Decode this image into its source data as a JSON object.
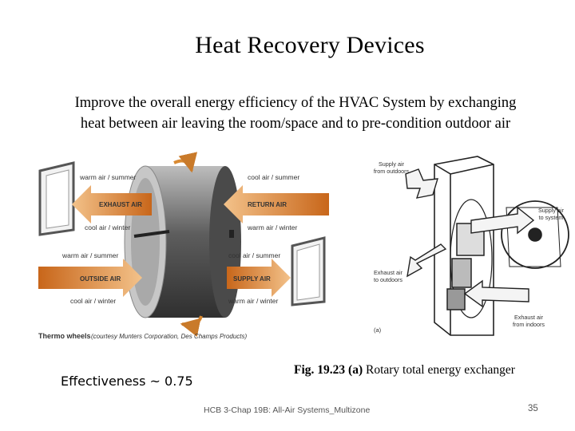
{
  "slide": {
    "title": "Heat Recovery Devices",
    "intro_line1": "Improve the overall energy efficiency of the HVAC System by exchanging",
    "intro_line2": "heat between air leaving the room/space and to pre-condition outdoor air",
    "effectiveness": "Effectiveness ~ 0.75",
    "caption_label": "Fig. 19.23",
    "caption_sub": "(a)",
    "caption_text": "Rotary total energy exchanger",
    "footer": "HCB 3-Chap 19B: All-Air Systems_Multizone",
    "page_number": "35"
  },
  "thermo_figure": {
    "warm_summer_1": "warm air / summer",
    "exhaust_air": "EXHAUST AIR",
    "cool_winter_1": "cool air / winter",
    "cool_summer_1": "cool air / summer",
    "return_air": "RETURN AIR",
    "warm_winter_1": "warm air / winter",
    "warm_summer_2": "warm air / summer",
    "outside_air": "OUTSIDE AIR",
    "cool_winter_2": "cool air / winter",
    "cool_summer_2": "cool air / summer",
    "supply_air": "SUPPLY AIR",
    "warm_winter_2": "warm air / winter",
    "figure_title": "Thermo wheels",
    "credit": "(courtesy Munters Corporation, Des Champs Products)"
  },
  "rotary_figure": {
    "supply_outdoors_1": "Supply air",
    "supply_outdoors_2": "from outdoors",
    "supply_system_1": "Supply air",
    "supply_system_2": "to system",
    "exhaust_outdoors_1": "Exhaust air",
    "exhaust_outdoors_2": "to outdoors",
    "exhaust_indoors_1": "Exhaust air",
    "exhaust_indoors_2": "from indoors",
    "panel_label": "(a)"
  },
  "colors": {
    "arrow_orange": "#e08a2a",
    "wheel_gray": "#6e6e6e",
    "footer_gray": "#555555"
  }
}
